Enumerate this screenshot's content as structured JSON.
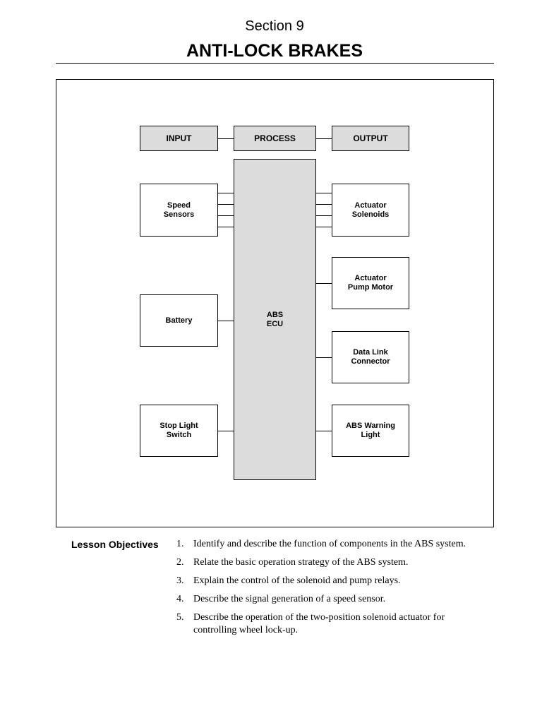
{
  "header": {
    "section": "Section 9",
    "title": "ANTI-LOCK BRAKES"
  },
  "diagram": {
    "columns": {
      "input": "INPUT",
      "process": "PROCESS",
      "output": "OUTPUT"
    },
    "ecu": "ABS\nECU",
    "inputs": [
      {
        "label": "Speed\nSensors",
        "connections": 4
      },
      {
        "label": "Battery",
        "connections": 1
      },
      {
        "label": "Stop Light\nSwitch",
        "connections": 1
      }
    ],
    "outputs": [
      {
        "label": "Actuator\nSolenoids",
        "connections": 4
      },
      {
        "label": "Actuator\nPump Motor",
        "connections": 1
      },
      {
        "label": "Data Link\nConnector",
        "connections": 1
      },
      {
        "label": "ABS Warning\nLight",
        "connections": 1
      }
    ],
    "colors": {
      "header_fill": "#dcdcdc",
      "ecu_fill": "#dcdcdc",
      "line": "#000000"
    }
  },
  "objectives": {
    "heading": "Lesson Objectives",
    "items": [
      {
        "num": "1.",
        "text": "Identify and describe the function of components in the ABS system."
      },
      {
        "num": "2.",
        "text": "Relate the basic operation strategy of the ABS system."
      },
      {
        "num": "3.",
        "text": "Explain the control of the solenoid and pump relays."
      },
      {
        "num": "4.",
        "text": "Describe the signal generation of a speed sensor."
      },
      {
        "num": "5.",
        "text": "Describe the operation of the two-position solenoid actuator for controlling wheel lock-up."
      }
    ]
  }
}
